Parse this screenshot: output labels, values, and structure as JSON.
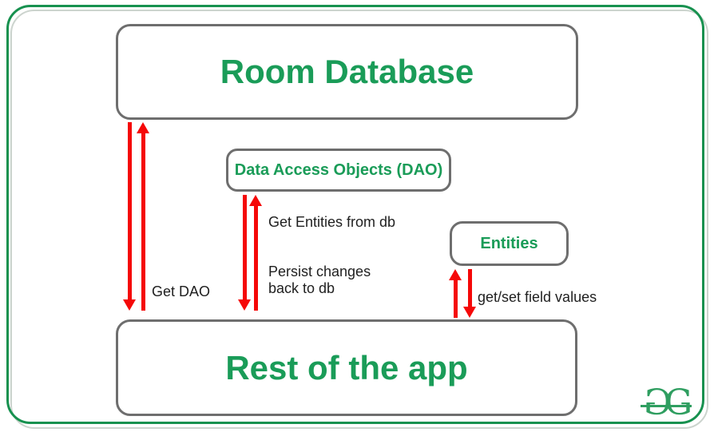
{
  "diagram": {
    "title_hint": "Room Database architecture diagram",
    "boxes": {
      "room_database": {
        "label": "Room Database"
      },
      "dao": {
        "label": "Data Access Objects (DAO)"
      },
      "entities": {
        "label": "Entities"
      },
      "rest_of_app": {
        "label": "Rest of the app"
      }
    },
    "edge_labels": {
      "get_dao": "Get DAO",
      "get_entities": "Get Entities from db",
      "persist_changes": "Persist changes back to db",
      "get_set_fields": "get/set field values"
    },
    "logo": {
      "name": "GeeksforGeeks",
      "letter_left": "G",
      "letter_right": "G"
    },
    "colors": {
      "accent_green": "#1a9c58",
      "frame_green": "#17914f",
      "frame_shadow_gray": "#ccd4ce",
      "box_border_gray": "#6e6e6e",
      "arrow_red": "#f50808",
      "label_text": "#1f1f1f",
      "logo_green": "#2f9e60"
    }
  }
}
